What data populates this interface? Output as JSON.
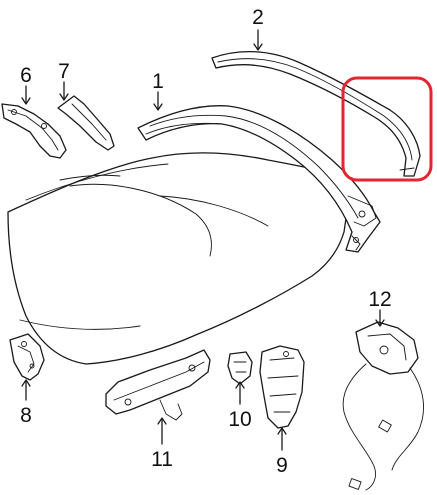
{
  "diagram": {
    "labels": {
      "p1": "1",
      "p2": "2",
      "p6": "6",
      "p7": "7",
      "p8": "8",
      "p9": "9",
      "p10": "10",
      "p11": "11",
      "p12": "12"
    },
    "highlight_color": "#e3262f"
  }
}
